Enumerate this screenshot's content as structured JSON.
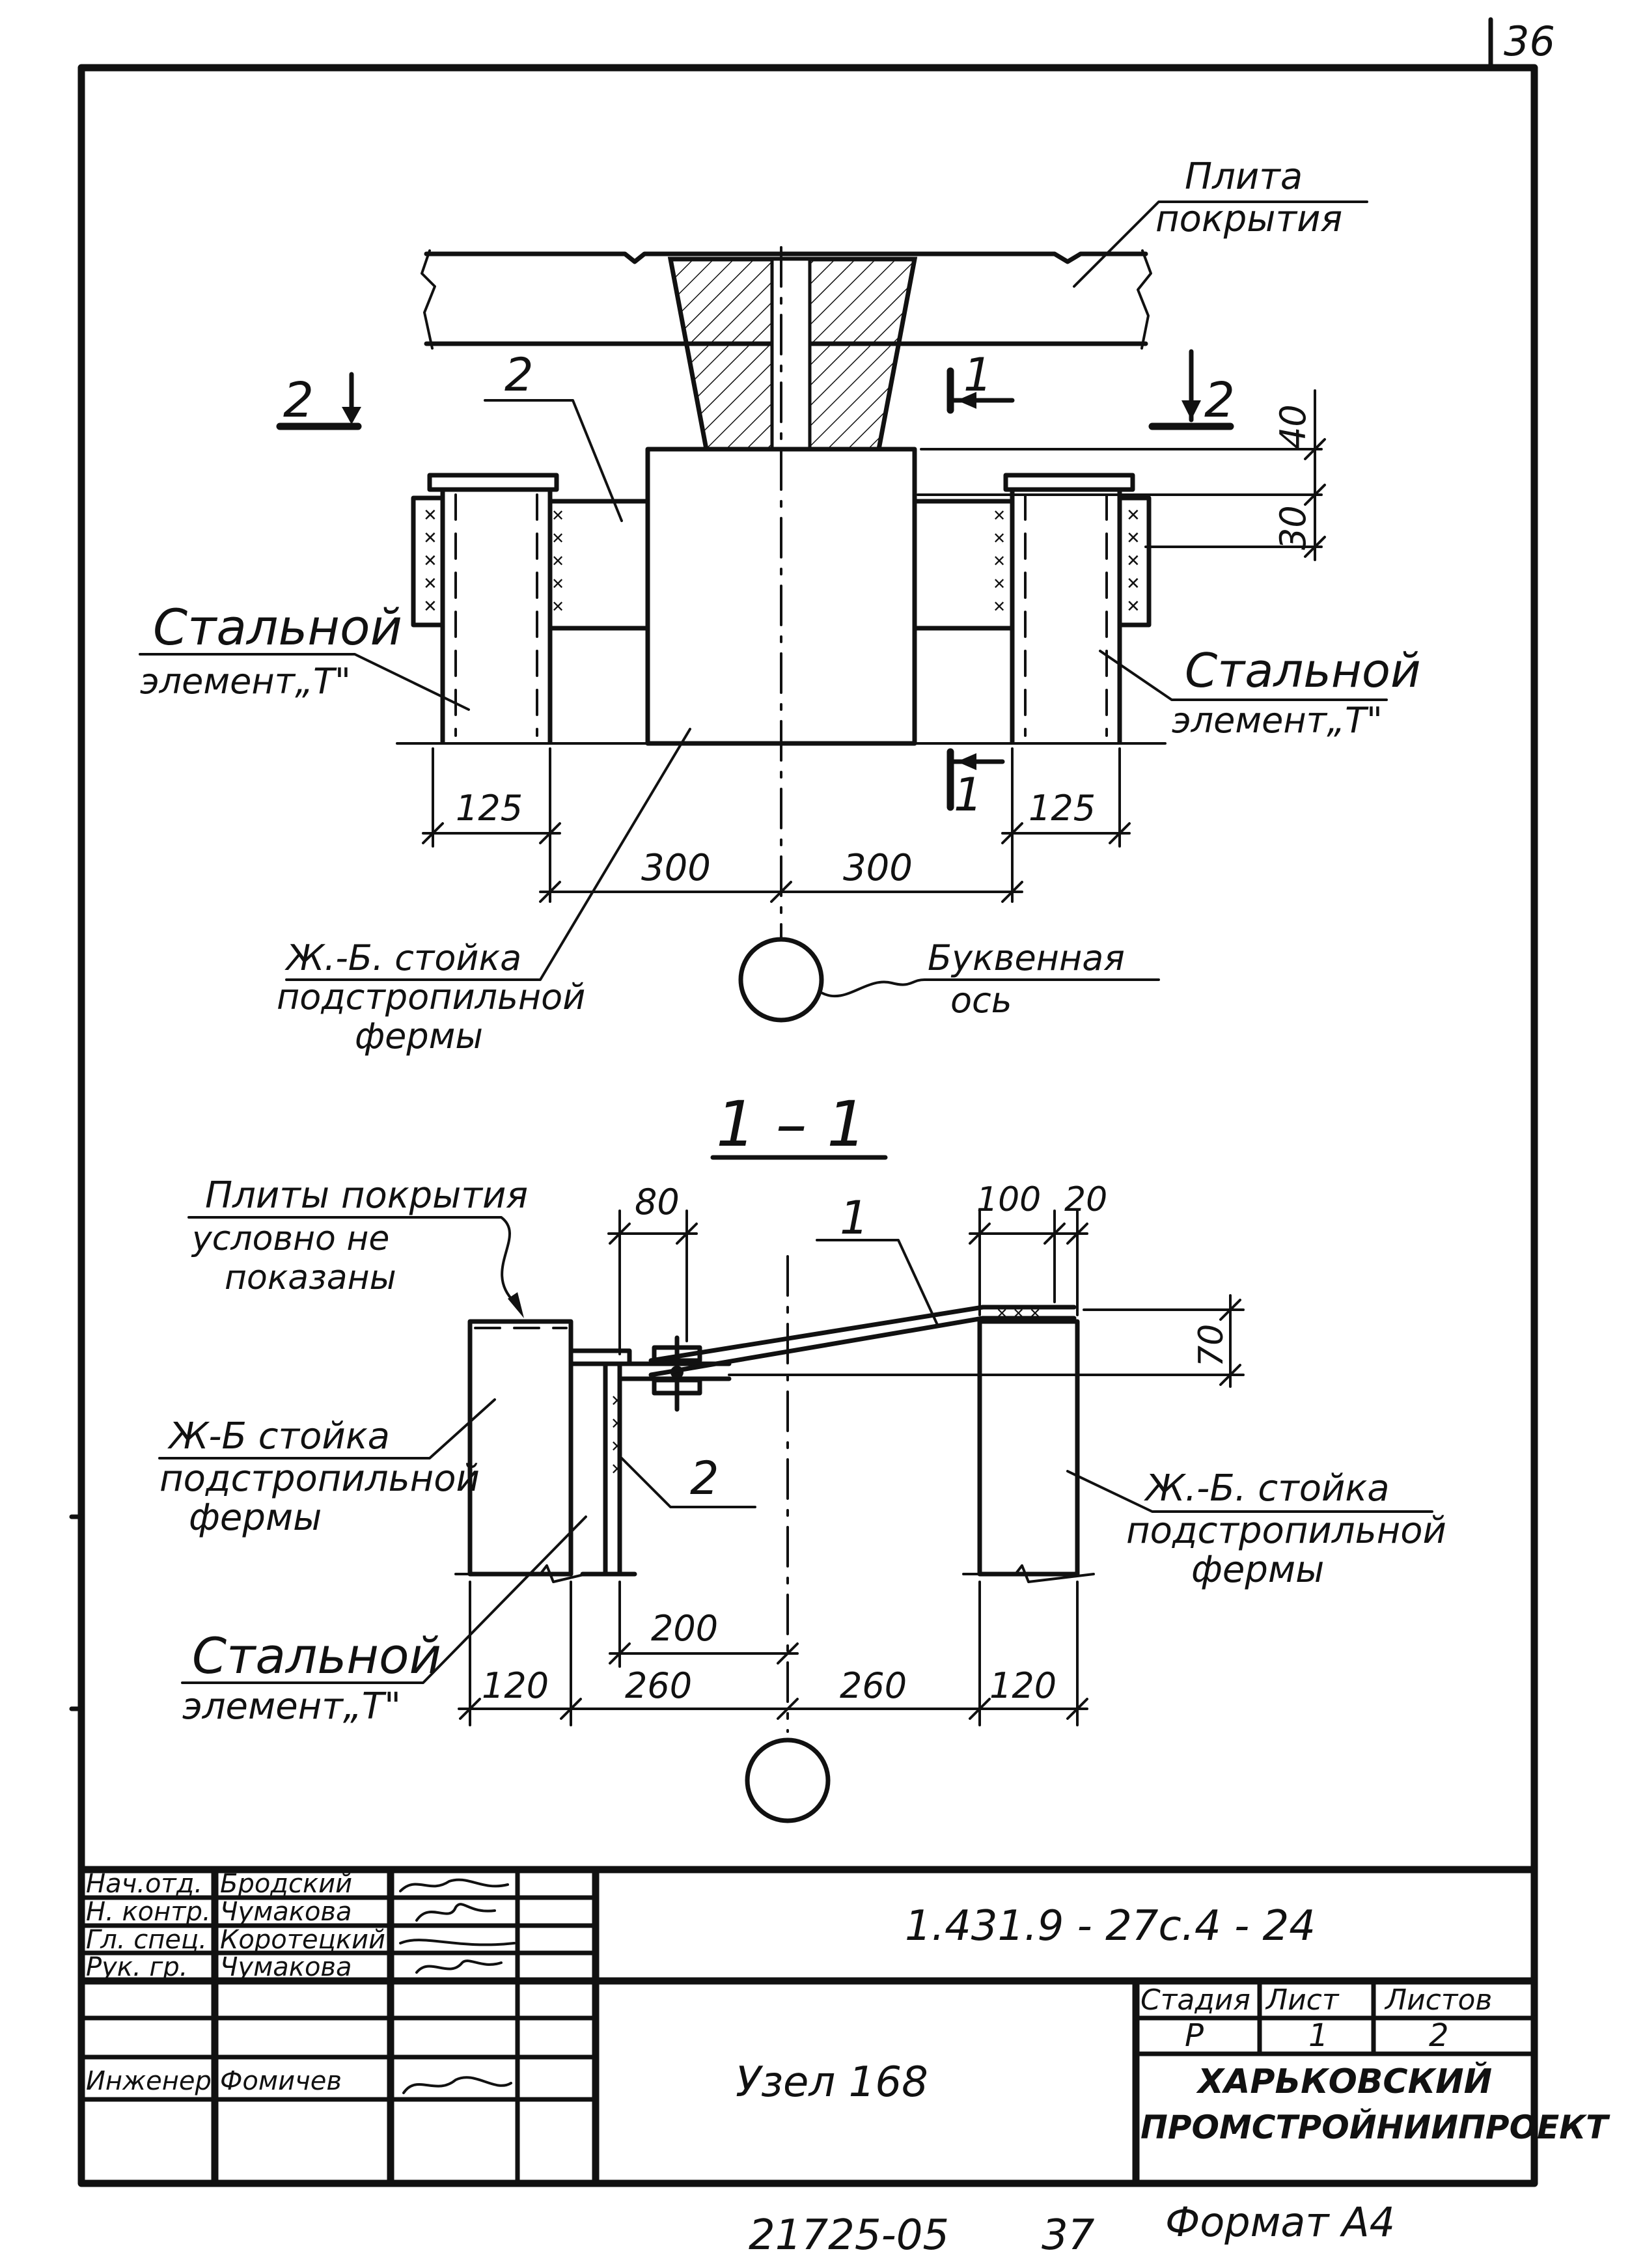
{
  "sheet_number": "36",
  "plan": {
    "label_slab": [
      "Плита",
      "покрытия"
    ],
    "label_steel_left": [
      "Стальной",
      "элемент„Т\""
    ],
    "label_steel_right": [
      "Стальной",
      "элемент„Т\""
    ],
    "label_column": [
      "Ж.-Б. стойка",
      "подстропильной",
      "фермы"
    ],
    "label_axis": [
      "Буквенная",
      "ось"
    ],
    "item_2": "2",
    "section_1_top": "1",
    "section_1_bottom": "1",
    "section_2_left": "2",
    "section_2_right": "2",
    "dim_40": "40",
    "dim_30": "30",
    "dim_125_left": "125",
    "dim_125_right": "125",
    "dim_300_left": "300",
    "dim_300_right": "300"
  },
  "section": {
    "title": "1 – 1",
    "label_slabs": [
      "Плиты покрытия",
      "условно не",
      "показаны"
    ],
    "label_column_left": [
      "Ж-Б стойка",
      "подстропильной",
      "фермы"
    ],
    "label_column_right": [
      "Ж.-Б. стойка",
      "подстропильной",
      "фермы"
    ],
    "label_steel": [
      "Стальной",
      "элемент„Т\""
    ],
    "item_1": "1",
    "item_2": "2",
    "dim_80": "80",
    "dim_100": "100",
    "dim_20": "20",
    "dim_70": "70",
    "dim_200": "200",
    "dim_120_left": "120",
    "dim_260_left": "260",
    "dim_260_right": "260",
    "dim_120_right": "120"
  },
  "title_block": {
    "roles": [
      "Нач.отд.",
      "Н. контр.",
      "Гл. спец.",
      "Рук. гр.",
      "",
      "",
      "Инженер"
    ],
    "names": [
      "Бродский",
      "Чумакова",
      "Коротецкий",
      "Чумакова",
      "",
      "",
      "Фомичев"
    ],
    "doc_code": "1.431.9 - 27с.4 - 24",
    "title": "Узел 168",
    "header_stage": "Стадия",
    "header_sheet": "Лист",
    "header_sheets": "Листов",
    "stage": "Р",
    "sheet": "1",
    "sheets": "2",
    "org": [
      "ХАРЬКОВСКИЙ",
      "ПРОМСТРОЙНИИПРОЕКТ"
    ]
  },
  "footer": {
    "inventory": "21725-05",
    "page": "37",
    "format": "Формат А4"
  }
}
